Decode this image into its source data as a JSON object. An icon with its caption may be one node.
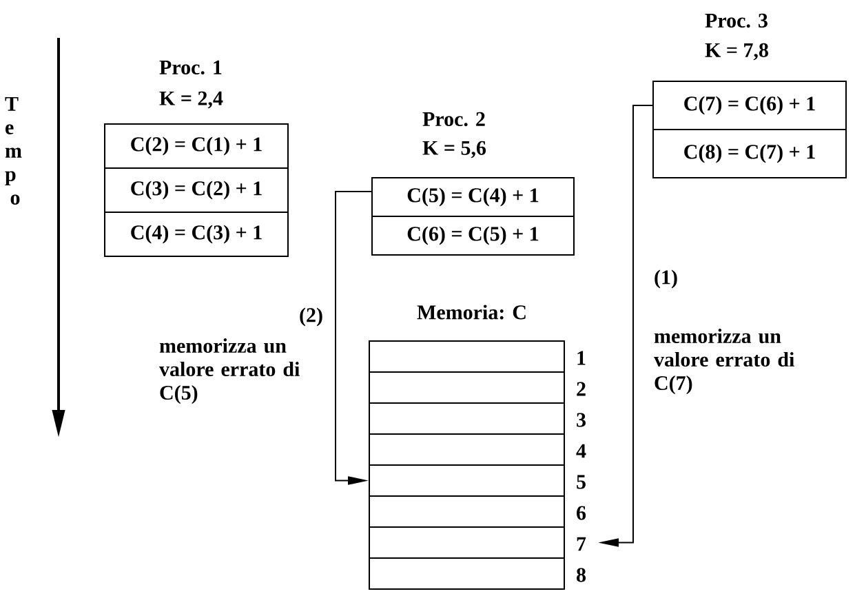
{
  "diagram": {
    "nodes": [
      {
        "text": [
          "Proc. 1",
          "K = 2,4"
        ]
      },
      {
        "text": [
          "C(2) = C(1) + 1"
        ],
        "in": 0
      },
      {
        "text": [
          "C(3) = C(2) + 1"
        ],
        "in": 0
      },
      {
        "text": [
          "C(4) = C(3) + 1"
        ],
        "in": 0
      },
      {
        "text": [
          "Proc. 2",
          "K = 5,6"
        ]
      },
      {
        "text": [
          "C(5) = C(4) + 1"
        ],
        "in": 4
      },
      {
        "text": [
          "C(6) = C(5) + 1"
        ],
        "in": 4
      },
      {
        "text": [
          "Proc. 3",
          "K = 7,8"
        ]
      },
      {
        "text": [
          "C(7) = C(6) + 1"
        ],
        "in": 7
      },
      {
        "text": [
          "C(8) = C(7) + 1"
        ],
        "in": 7
      },
      {
        "text": [
          "Memoria: C"
        ]
      },
      {
        "text": [],
        "shape": "box",
        "in": 10,
        "beside": [
          "1"
        ]
      },
      {
        "text": [],
        "shape": "box",
        "in": 10,
        "beside": [
          "2"
        ]
      },
      {
        "text": [],
        "shape": "box",
        "in": 10,
        "beside": [
          "3"
        ]
      },
      {
        "text": [],
        "shape": "box",
        "in": 10,
        "beside": [
          "4"
        ]
      },
      {
        "text": [],
        "shape": "box",
        "in": 10,
        "beside": [
          "5"
        ]
      },
      {
        "text": [],
        "shape": "box",
        "in": 10,
        "beside": [
          "6"
        ]
      },
      {
        "text": [],
        "shape": "box",
        "in": 10,
        "beside": [
          "7"
        ]
      },
      {
        "text": [],
        "shape": "box",
        "in": 10,
        "beside": [
          "8"
        ]
      }
    ],
    "edges": [
      {
        "from": 5,
        "to": 15,
        "arrow": "to"
      },
      {
        "from": 8,
        "to": 17,
        "arrow": "to"
      }
    ],
    "labels": [
      "Tempo",
      "(2)",
      "memorizza un valore errato di C(5)",
      "(1)",
      "memorizza un valore errato di C(7)"
    ]
  }
}
